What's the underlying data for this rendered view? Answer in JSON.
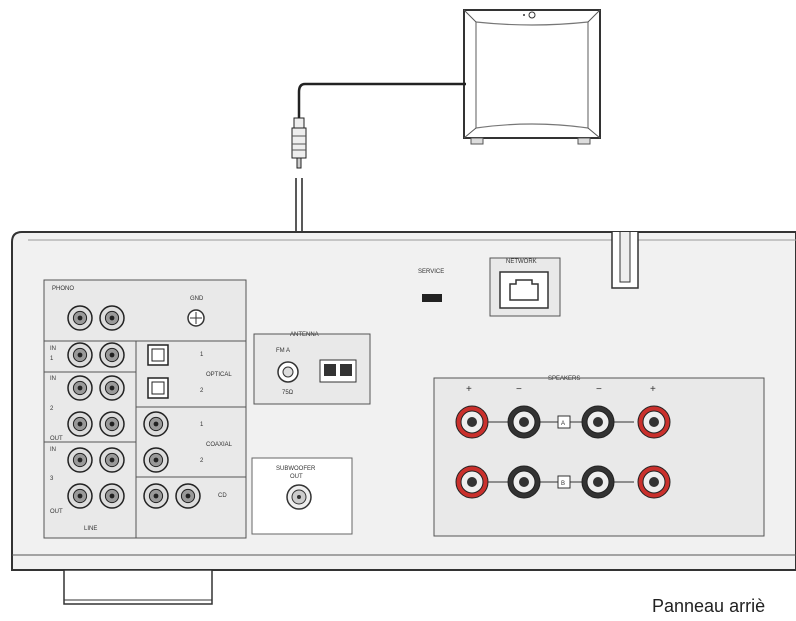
{
  "labels": {
    "phono": "PHONO",
    "gnd": "GND",
    "in": "IN",
    "out": "OUT",
    "line": "LINE",
    "optical": "OPTICAL",
    "coaxial": "COAXIAL",
    "cd": "CD",
    "antenna": "ANTENNA",
    "fm": "FM A",
    "ohm": "75Ω",
    "service": "SERVICE",
    "network": "NETWORK",
    "speakers": "SPEAKERS",
    "subwoofer": "SUBWOOFER",
    "subwoofer_out": "OUT",
    "num1": "1",
    "num2": "2",
    "num3": "3",
    "a": "A",
    "b": "B",
    "plus": "+",
    "minus": "−"
  },
  "caption": "Panneau arriè"
}
